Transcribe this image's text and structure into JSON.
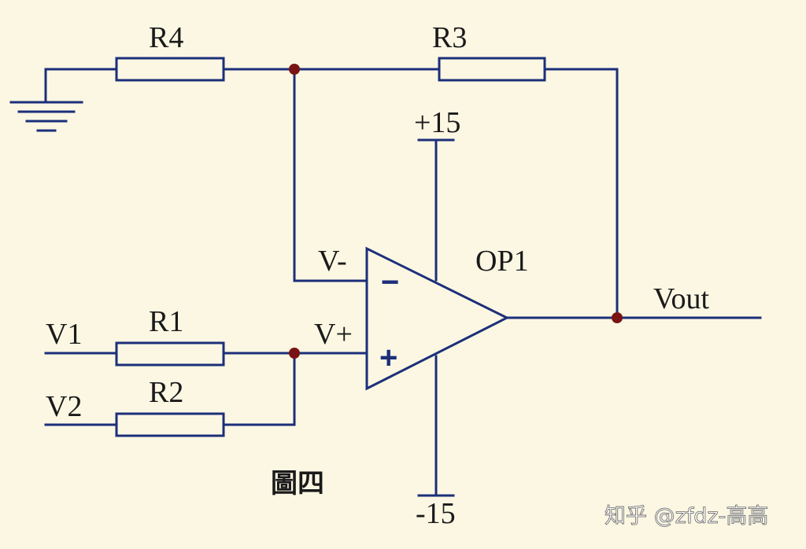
{
  "labels": {
    "r1": "R1",
    "r2": "R2",
    "r3": "R3",
    "r4": "R4",
    "v1": "V1",
    "v2": "V2",
    "v_minus": "V-",
    "v_plus": "V+",
    "op_amp": "OP1",
    "vout": "Vout",
    "supply_pos": "+15",
    "supply_neg": "-15",
    "minus_sign": "−",
    "plus_sign": "+"
  },
  "caption": "圖四",
  "watermark": "知乎 @zfdz-高高",
  "colors": {
    "background": "#fbf7e3",
    "wire": "#1c2f7a",
    "junction": "#7a1414"
  }
}
